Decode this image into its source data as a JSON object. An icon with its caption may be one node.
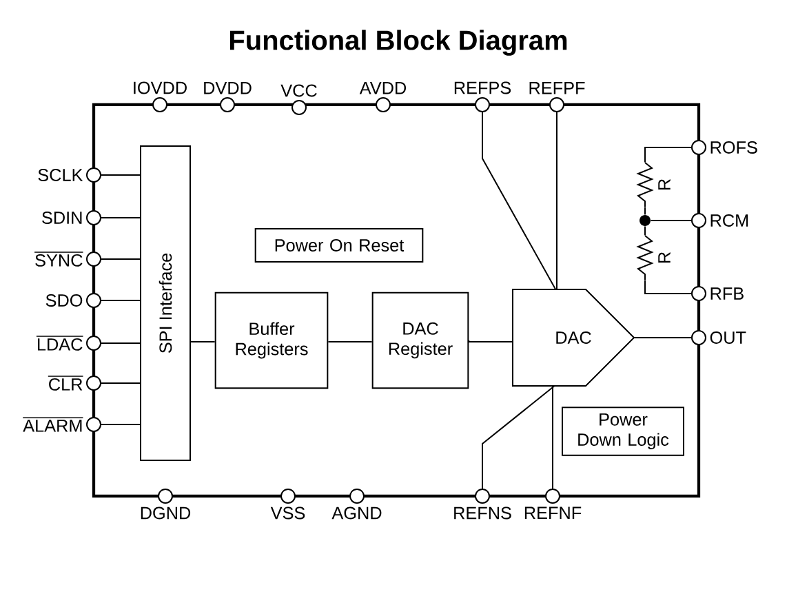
{
  "diagram": {
    "title": "Functional Block Diagram",
    "nodes": [
      {
        "text": [
          "IOVDD"
        ]
      },
      {
        "text": [
          "DVDD"
        ]
      },
      {
        "text": [
          "VCC"
        ]
      },
      {
        "text": [
          "AVDD"
        ]
      },
      {
        "text": [
          "REFPS"
        ]
      },
      {
        "text": [
          "REFPF"
        ]
      },
      {
        "text": [
          "SCLK"
        ]
      },
      {
        "text": [
          "SDIN"
        ]
      },
      {
        "text": [
          "SYNC"
        ]
      },
      {
        "text": [
          "SDO"
        ]
      },
      {
        "text": [
          "LDAC"
        ]
      },
      {
        "text": [
          "CLR"
        ]
      },
      {
        "text": [
          "ALARM"
        ]
      },
      {
        "text": [
          "SPI Interface"
        ]
      },
      {
        "text": [
          "Power On Reset"
        ]
      },
      {
        "text": [
          "Buffer Registers"
        ]
      },
      {
        "text": [
          "DAC Register"
        ]
      },
      {
        "text": [
          "DAC"
        ]
      },
      {
        "text": [
          "Power Down Logic"
        ]
      },
      {
        "text": [
          "ROFS"
        ]
      },
      {
        "text": [
          "RCM"
        ]
      },
      {
        "text": [
          "RFB"
        ]
      },
      {
        "text": [
          "OUT"
        ]
      },
      {
        "text": [],
        "shape": "resistor",
        "beside": [
          "R"
        ]
      },
      {
        "text": [],
        "shape": "circle"
      },
      {
        "text": [],
        "shape": "resistor",
        "beside": [
          "R"
        ]
      },
      {
        "text": [
          "DGND"
        ]
      },
      {
        "text": [
          "VSS"
        ]
      },
      {
        "text": [
          "AGND"
        ]
      },
      {
        "text": [
          "REFNS"
        ]
      },
      {
        "text": [
          "REFNF"
        ]
      }
    ],
    "edges": [
      {
        "from": 6,
        "to": 13,
        "arrow": "none"
      },
      {
        "from": 7,
        "to": 13,
        "arrow": "none"
      },
      {
        "from": 8,
        "to": 13,
        "arrow": "none"
      },
      {
        "from": 9,
        "to": 13,
        "arrow": "none"
      },
      {
        "from": 10,
        "to": 13,
        "arrow": "none"
      },
      {
        "from": 11,
        "to": 13,
        "arrow": "none"
      },
      {
        "from": 12,
        "to": 13,
        "arrow": "none"
      },
      {
        "from": 13,
        "to": 15,
        "arrow": "none"
      },
      {
        "from": 15,
        "to": 16,
        "arrow": "none"
      },
      {
        "from": 16,
        "to": 17,
        "arrow": "none"
      },
      {
        "from": 17,
        "to": 22,
        "arrow": "none"
      },
      {
        "from": 4,
        "to": 17,
        "arrow": "none"
      },
      {
        "from": 5,
        "to": 17,
        "arrow": "none"
      },
      {
        "from": 29,
        "to": 17,
        "arrow": "none"
      },
      {
        "from": 30,
        "to": 17,
        "arrow": "none"
      },
      {
        "from": 19,
        "to": 23,
        "arrow": "none"
      },
      {
        "from": 23,
        "to": 24,
        "arrow": "none"
      },
      {
        "from": 24,
        "to": 20,
        "arrow": "none"
      },
      {
        "from": 24,
        "to": 25,
        "arrow": "none"
      },
      {
        "from": 25,
        "to": 21,
        "arrow": "none"
      }
    ]
  }
}
